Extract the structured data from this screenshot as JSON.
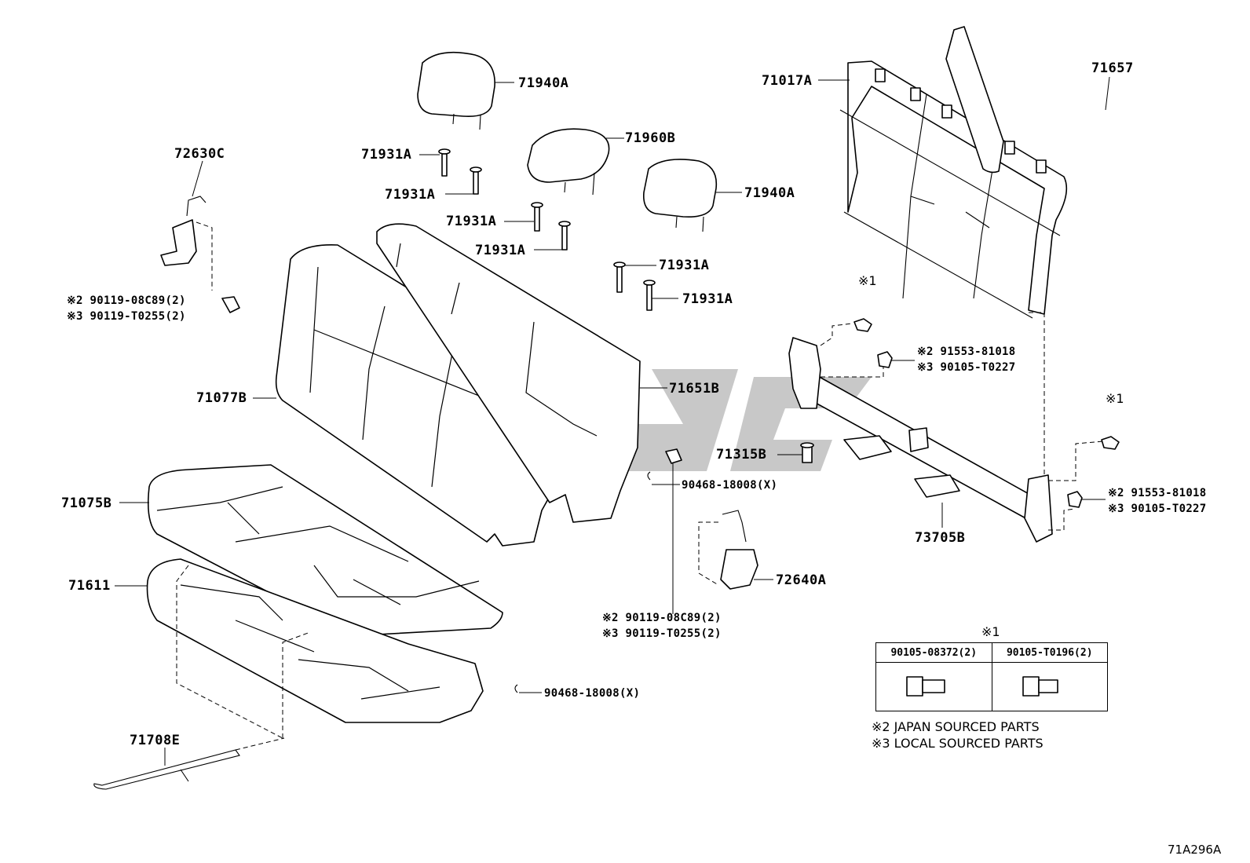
{
  "labels": {
    "l71940a_top": "71940A",
    "l71960b": "71960B",
    "l71940a_right": "71940A",
    "l71931a_1": "71931A",
    "l71931a_2": "71931A",
    "l71931a_3": "71931A",
    "l71931a_4": "71931A",
    "l71931a_5": "71931A",
    "l71931a_6": "71931A",
    "l72630c": "72630C",
    "l71077b": "71077B",
    "l71651b": "71651B",
    "l71075b": "71075B",
    "l71611": "71611",
    "l71708e": "71708E",
    "l71017a": "71017A",
    "l71657": "71657",
    "l71315b": "71315B",
    "l73705b": "73705B",
    "l72640a": "72640A",
    "l90468_a": "90468-18008(X)",
    "l90468_b": "90468-18008(X)"
  },
  "bolt_notes": {
    "left_1": "※2 90119-08C89(2)",
    "left_2": "※3 90119-T0255(2)",
    "mid_1": "※2 90119-08C89(2)",
    "mid_2": "※3 90119-T0255(2)",
    "right_top_1": "※2 91553-81018",
    "right_top_2": "※3 90105-T0227",
    "right_bot_1": "※2 91553-81018",
    "right_bot_2": "※3 90105-T0227",
    "mark_a": "※1",
    "mark_b": "※1"
  },
  "legend": {
    "mark": "※1",
    "col1_header": "90105-08372(2)",
    "col2_header": "90105-T0196(2)",
    "note_japan": "※2 JAPAN SOURCED PARTS",
    "note_local": "※3 LOCAL SOURCED PARTS"
  },
  "drawing_ref": "71A296A"
}
